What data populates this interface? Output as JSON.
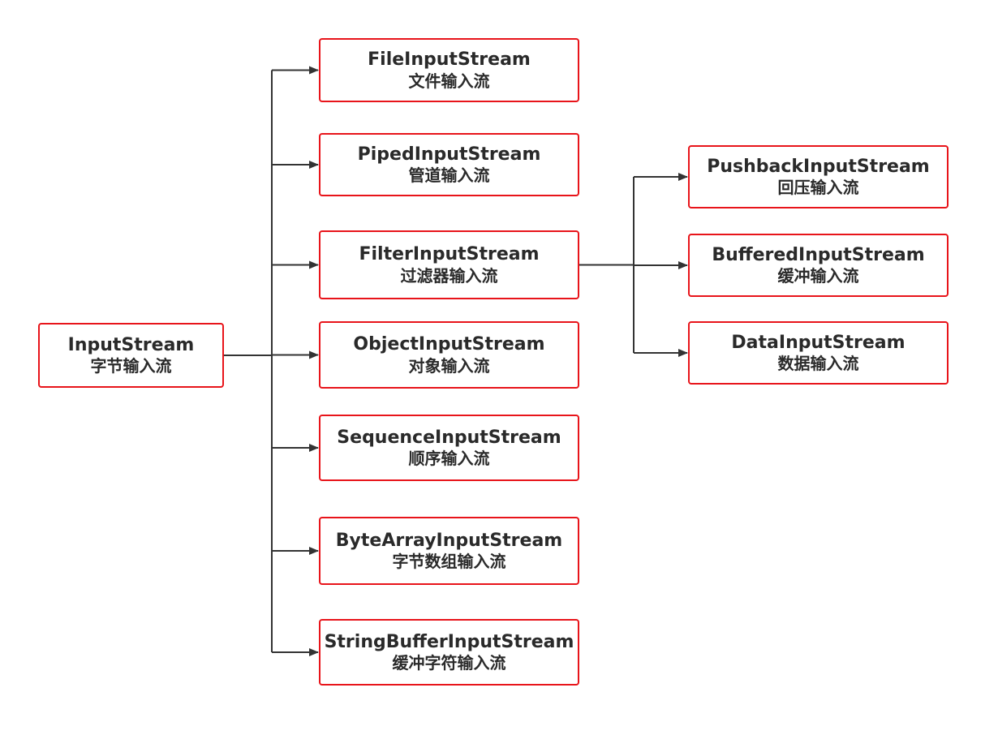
{
  "nodes": {
    "root": {
      "en": "InputStream",
      "cn": "字节输入流"
    },
    "file": {
      "en": "FileInputStream",
      "cn": "文件输入流"
    },
    "piped": {
      "en": "PipedInputStream",
      "cn": "管道输入流"
    },
    "filter": {
      "en": "FilterInputStream",
      "cn": "过滤器输入流"
    },
    "object": {
      "en": "ObjectInputStream",
      "cn": "对象输入流"
    },
    "seq": {
      "en": "SequenceInputStream",
      "cn": "顺序输入流"
    },
    "bytearray": {
      "en": "ByteArrayInputStream",
      "cn": "字节数组输入流"
    },
    "strbuf": {
      "en": "StringBufferInputStream",
      "cn": "缓冲字符输入流"
    },
    "pushback": {
      "en": "PushbackInputStream",
      "cn": "回压输入流"
    },
    "buffered": {
      "en": "BufferedInputStream",
      "cn": "缓冲输入流"
    },
    "data": {
      "en": "DataInputStream",
      "cn": "数据输入流"
    }
  },
  "edges": [
    {
      "from": "root",
      "to": "file"
    },
    {
      "from": "root",
      "to": "piped"
    },
    {
      "from": "root",
      "to": "filter"
    },
    {
      "from": "root",
      "to": "object"
    },
    {
      "from": "root",
      "to": "seq"
    },
    {
      "from": "root",
      "to": "bytearray"
    },
    {
      "from": "root",
      "to": "strbuf"
    },
    {
      "from": "filter",
      "to": "pushback"
    },
    {
      "from": "filter",
      "to": "buffered"
    },
    {
      "from": "filter",
      "to": "data"
    }
  ],
  "colors": {
    "node_border": "#e8141a",
    "node_text": "#2a2a2a",
    "connector": "#333333",
    "background": "#ffffff"
  }
}
